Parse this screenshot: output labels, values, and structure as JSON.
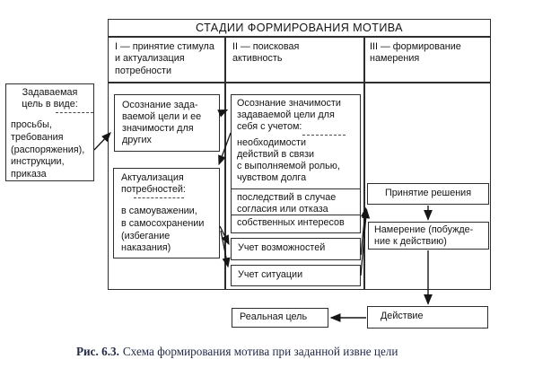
{
  "diagram": {
    "title": "СТАДИИ ФОРМИРОВАНИЯ МОТИВА",
    "stages": [
      {
        "label": "I — принятие стимула\nи актуализация\nпотребности"
      },
      {
        "label": "II — поисковая\nактивность"
      },
      {
        "label": "III — формирование\nнамерения"
      }
    ],
    "boxes": {
      "given_goal": {
        "title": "Задаваемая\nцель в виде:",
        "items": "просьбы,\nтребования\n(распоряжения),\nинструкции,\nприказа"
      },
      "awareness_for_others": "Осознание зада-\nваемой цели и ее\nзначимости для\nдругих",
      "actualization": {
        "title": "Актуализация\nпотребностей:",
        "items": "в самоуважении,\nв самосохранении\n(избегание\nнаказания)"
      },
      "awareness_for_self": {
        "title": "Осознание значимости\nзадаваемой цели для\nсебя с учетом:",
        "sections": [
          "необходимости\nдействий в связи\nс выполняемой ролью,\nчувством долга",
          "последствий в случае\nсогласия или отказа",
          "собственных интересов"
        ]
      },
      "possibilities": "Учет возможностей",
      "situation": "Учет ситуации",
      "decision": "Принятие решения",
      "intention": "Намерение (побужде-\nние к действию)",
      "action": "Действие",
      "real_goal": "Реальная цель"
    },
    "connections": [
      {
        "from": "given_goal",
        "to": "awareness_for_others"
      },
      {
        "from": "awareness_for_others",
        "to": "awareness_for_self"
      },
      {
        "from": "awareness_for_self",
        "to": "actualization"
      },
      {
        "from": "actualization",
        "to": "possibilities"
      },
      {
        "from": "actualization",
        "to": "situation"
      },
      {
        "from": "possibilities",
        "to": "decision"
      },
      {
        "from": "situation",
        "to": "decision"
      },
      {
        "from": "decision",
        "to": "intention"
      },
      {
        "from": "intention",
        "to": "action"
      },
      {
        "from": "action",
        "to": "real_goal"
      }
    ],
    "caption": {
      "label": "Рис. 6.3.",
      "text": "Схема формирования мотива при заданной извне цели"
    }
  }
}
